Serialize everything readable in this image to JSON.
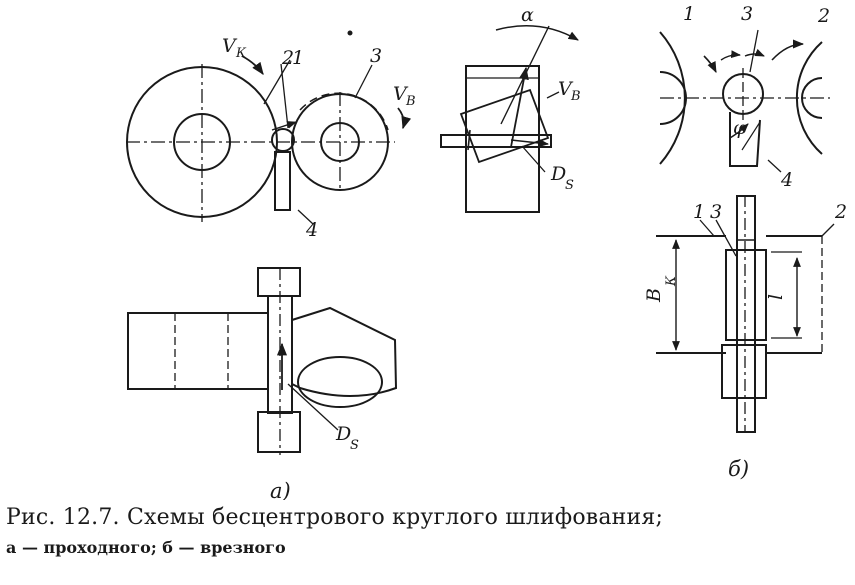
{
  "figure": {
    "labels": {
      "vk": "V",
      "vk_sub": "К",
      "vv": "V",
      "vv_sub": "В",
      "ds": "D",
      "ds_sub": "S",
      "alpha": "α",
      "phi": "φ",
      "bk": "B",
      "bk_sub": "К",
      "l": "l",
      "n1": "1",
      "n2": "2",
      "n3": "3",
      "n4": "4"
    },
    "panels": {
      "a": "а)",
      "b": "б)"
    }
  },
  "caption": {
    "title": "Рис. 12.7. Схемы бесцентрового круглого шлифования;",
    "subtitle": "а — проходного; б — врезного"
  }
}
